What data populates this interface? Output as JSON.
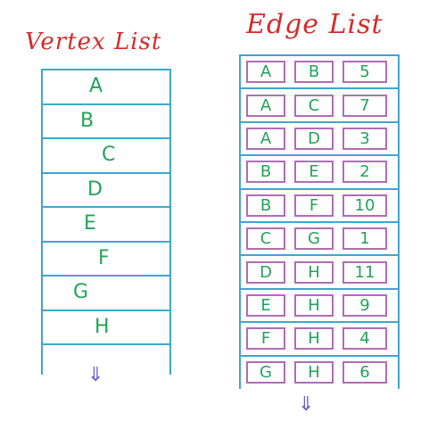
{
  "vertex_list": {
    "title": "Vertex List",
    "vertices": [
      "A",
      "B",
      "C",
      "D",
      "E",
      "F",
      "G",
      "H"
    ],
    "more_symbol": "⇓"
  },
  "edge_list": {
    "title": "Edge List",
    "edges": [
      [
        "A",
        "B",
        "5"
      ],
      [
        "A",
        "C",
        "7"
      ],
      [
        "A",
        "D",
        "3"
      ],
      [
        "B",
        "E",
        "2"
      ],
      [
        "B",
        "F",
        "10"
      ],
      [
        "C",
        "G",
        "1"
      ],
      [
        "D",
        "H",
        "11"
      ],
      [
        "E",
        "H",
        "9"
      ],
      [
        "F",
        "H",
        "4"
      ],
      [
        "G",
        "H",
        "6"
      ]
    ],
    "more_symbol": "⇓"
  },
  "colors": {
    "title": "#d42b2b",
    "grid": "#3fa6cf",
    "cell_border": "#b06cb6",
    "text": "#23a35a",
    "arrow": "#6e5bc8"
  }
}
